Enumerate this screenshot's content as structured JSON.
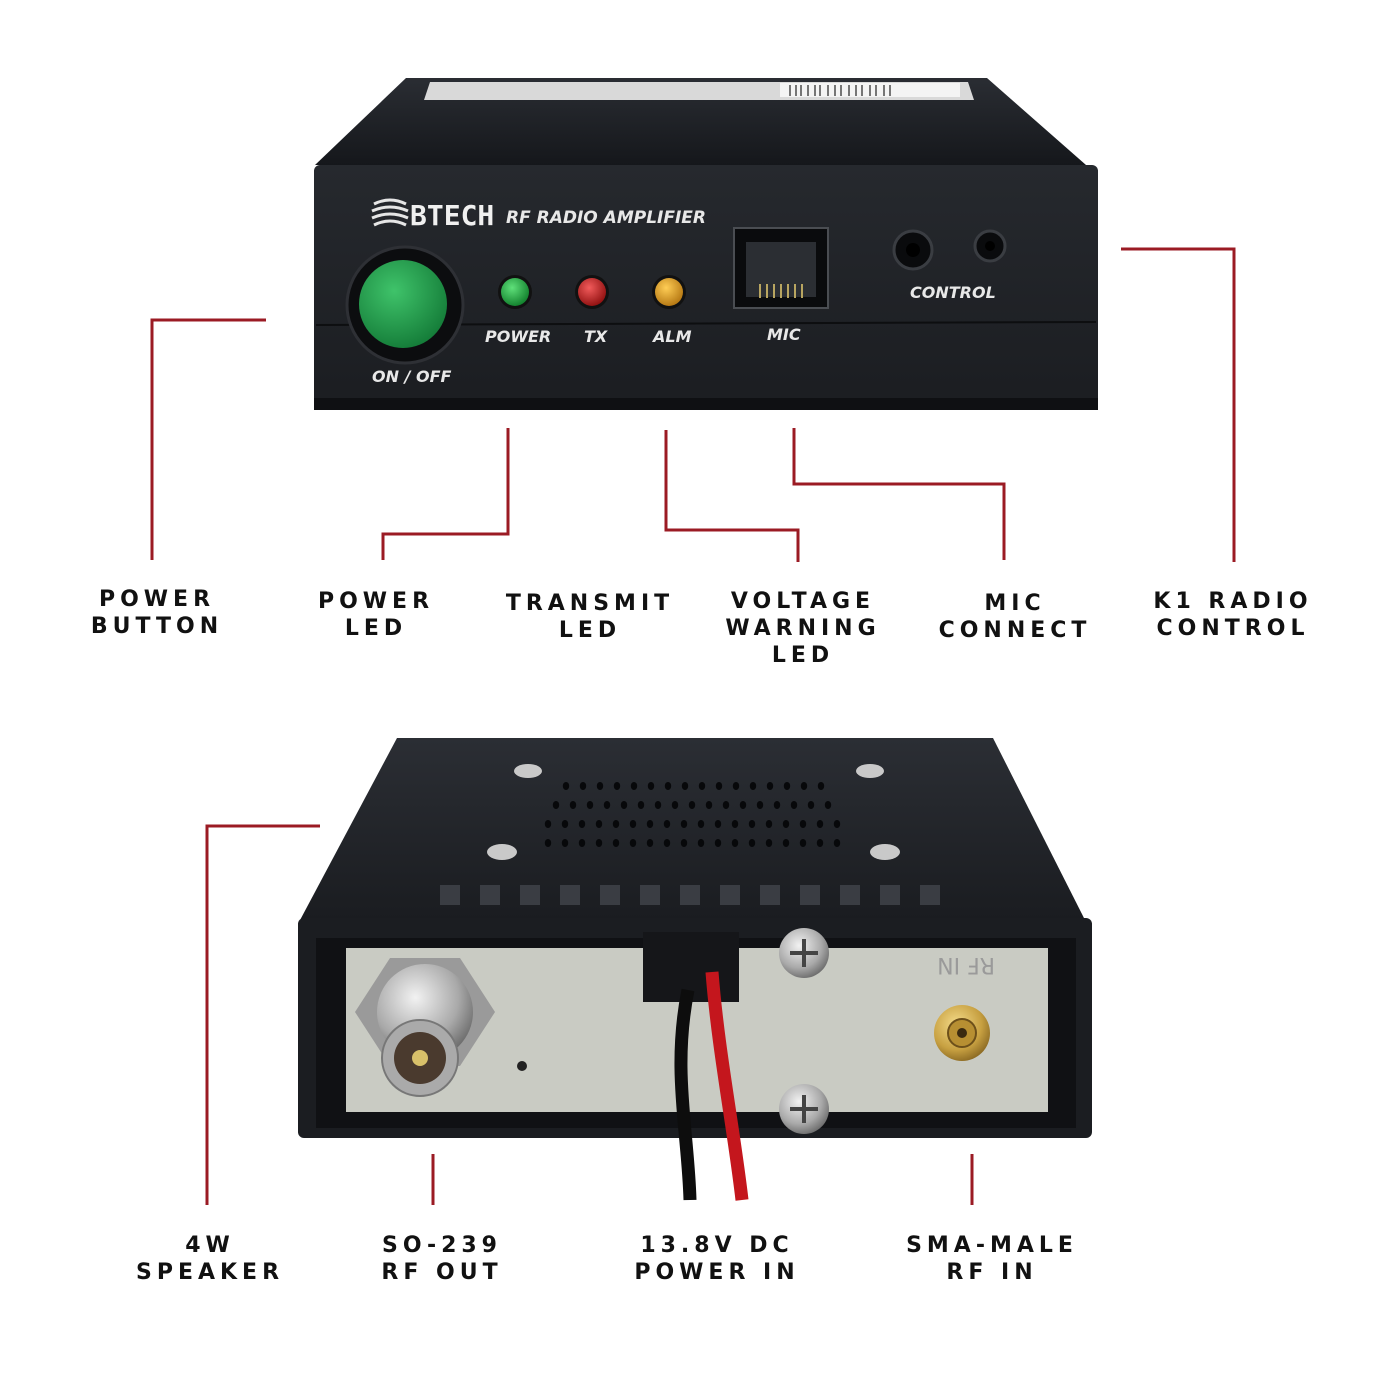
{
  "device": {
    "brand": "BTECH",
    "model_label": "RF RADIO AMPLIFIER",
    "button_label": "ON / OFF",
    "led_labels": [
      "POWER",
      "TX",
      "ALM"
    ],
    "mic_label": "MIC",
    "control_label": "CONTROL",
    "rear_plate_label": "RF IN"
  },
  "colors": {
    "callout_line": "#9b1b24",
    "chassis": "#1e2126",
    "power_led": "#1fa33a",
    "tx_led": "#c81f1f",
    "alm_led": "#e0a020",
    "button": "#1e9a4b"
  },
  "callouts_top": {
    "power_button": "POWER\nBUTTON",
    "power_led": "POWER\nLED",
    "transmit_led": "TRANSMIT\nLED",
    "voltage_warning_led": "VOLTAGE\nWARNING\nLED",
    "mic_connect": "MIC\nCONNECT",
    "k1_radio_control": "K1 RADIO\nCONTROL"
  },
  "callouts_bottom": {
    "speaker": "4W\nSPEAKER",
    "rf_out": "SO-239\nRF OUT",
    "power_in": "13.8V DC\nPOWER IN",
    "rf_in": "SMA-MALE\nRF IN"
  }
}
